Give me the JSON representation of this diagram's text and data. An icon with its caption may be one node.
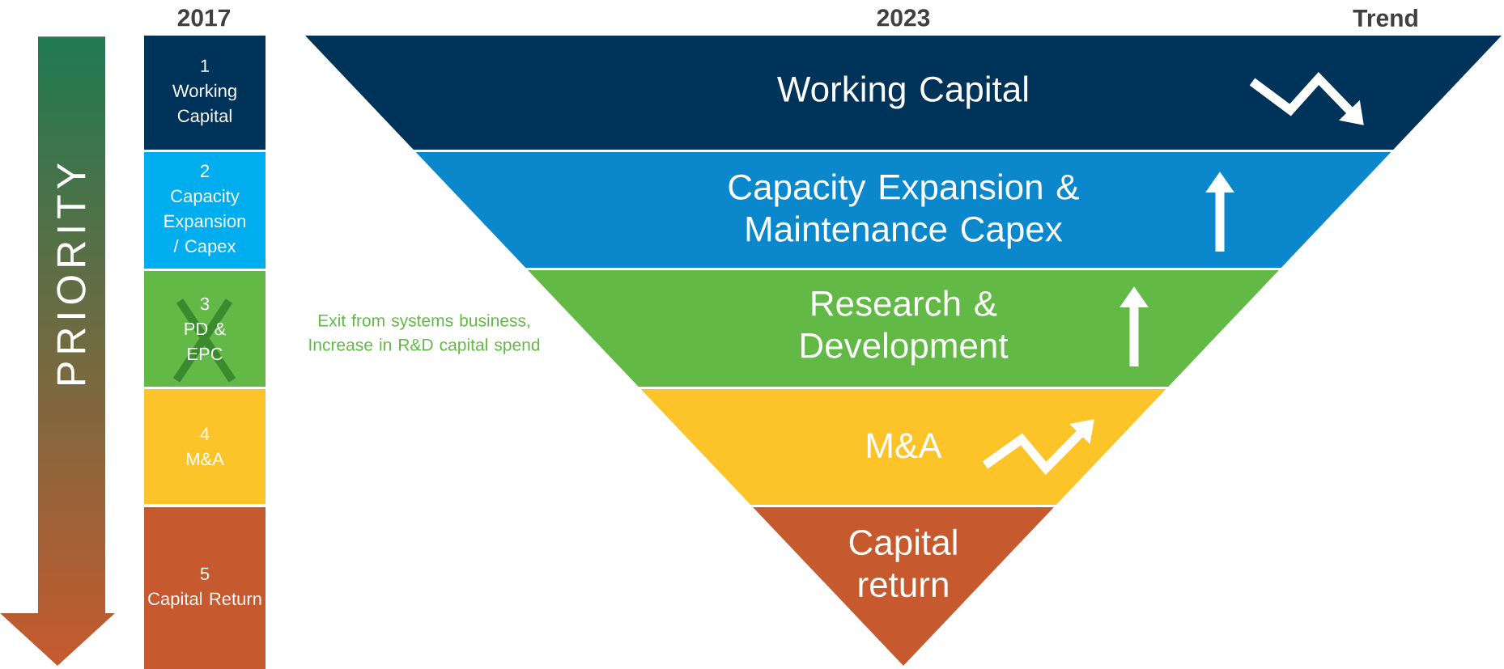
{
  "diagram": {
    "nodes": [
      {
        "text": [
          "PRIORITY"
        ]
      },
      {
        "text": [
          "1",
          "Working Capital"
        ]
      },
      {
        "text": [
          "2",
          "Capacity Expansion / Capex"
        ]
      },
      {
        "text": [
          "3",
          "PD & EPC"
        ]
      },
      {
        "text": [
          "4",
          "M&A"
        ]
      },
      {
        "text": [
          "5",
          "Capital Return"
        ]
      },
      {
        "text": [
          "Working Capital"
        ]
      },
      {
        "text": [
          "Capacity Expansion & Maintenance Capex"
        ]
      },
      {
        "text": [
          "Research & Development"
        ]
      },
      {
        "text": [
          "M&A"
        ]
      },
      {
        "text": [
          "Capital return"
        ]
      }
    ],
    "labels": [
      "2017",
      "2023",
      "Trend",
      "Exit from systems business, Increase in R&D capital spend"
    ]
  }
}
